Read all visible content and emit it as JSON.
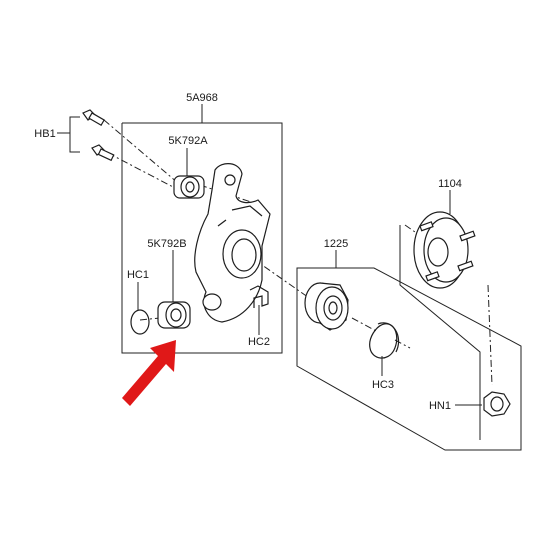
{
  "diagram": {
    "callouts": {
      "knuckle": "5A968",
      "bush_upper": "5K792A",
      "bush_lower": "5K792B",
      "bolt": "HB1",
      "oring": "HC1",
      "clip": "HC2",
      "hub": "1104",
      "bearing": "1225",
      "circlip": "HC3",
      "nut": "HN1"
    },
    "arrow_color": "#e01818",
    "line_color": "#222222",
    "part_fill": "#ffffff"
  }
}
